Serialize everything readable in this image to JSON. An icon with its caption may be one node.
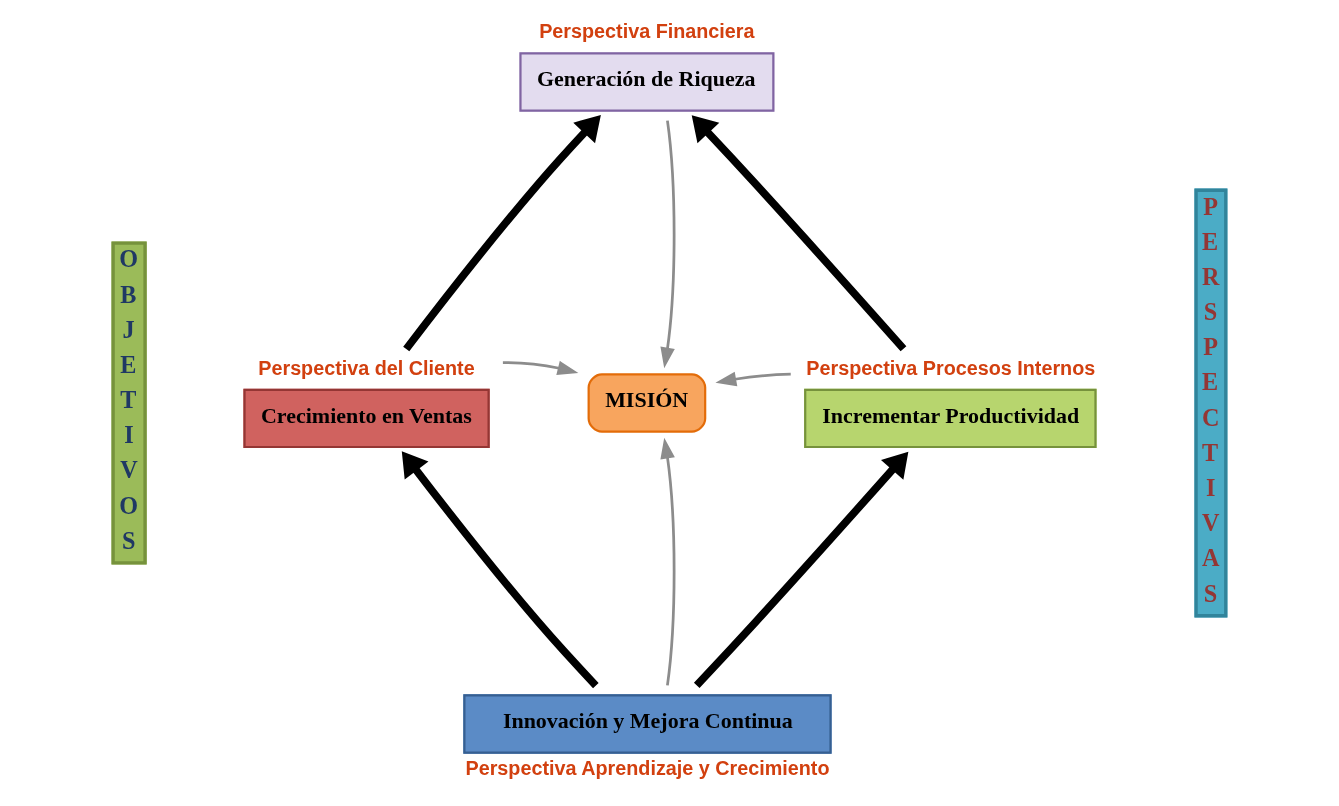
{
  "diagram": {
    "nodes": [
      {
        "text": [
          "OBJETIVOS"
        ]
      },
      {
        "text": [
          "PERSPECTIVAS"
        ]
      },
      {
        "text": [
          "Generación de Riqueza"
        ],
        "beside": [
          "Perspectiva Financiera"
        ]
      },
      {
        "text": [
          "Crecimiento en Ventas"
        ],
        "beside": [
          "Perspectiva del Cliente"
        ]
      },
      {
        "text": [
          "MISIÓN"
        ]
      },
      {
        "text": [
          "Incrementar Productividad"
        ],
        "beside": [
          "Perspectiva Procesos Internos"
        ]
      },
      {
        "text": [
          "Innovación y Mejora Continua"
        ],
        "beside": [
          "Perspectiva Aprendizaje y Crecimiento"
        ]
      }
    ],
    "edges": [
      {
        "from": 2,
        "to": 4,
        "arrow": "to"
      },
      {
        "from": 3,
        "to": 4,
        "arrow": "to"
      },
      {
        "from": 5,
        "to": 4,
        "arrow": "to"
      },
      {
        "from": 6,
        "to": 4,
        "arrow": "to"
      },
      {
        "from": 3,
        "to": 2,
        "arrow": "to",
        "style": "thick",
        "color": "#000000"
      },
      {
        "from": 5,
        "to": 2,
        "arrow": "to",
        "style": "thick",
        "color": "#000000"
      },
      {
        "from": 6,
        "to": 3,
        "arrow": "to",
        "style": "thick",
        "color": "#000000"
      },
      {
        "from": 6,
        "to": 5,
        "arrow": "to",
        "style": "thick",
        "color": "#000000"
      }
    ]
  }
}
